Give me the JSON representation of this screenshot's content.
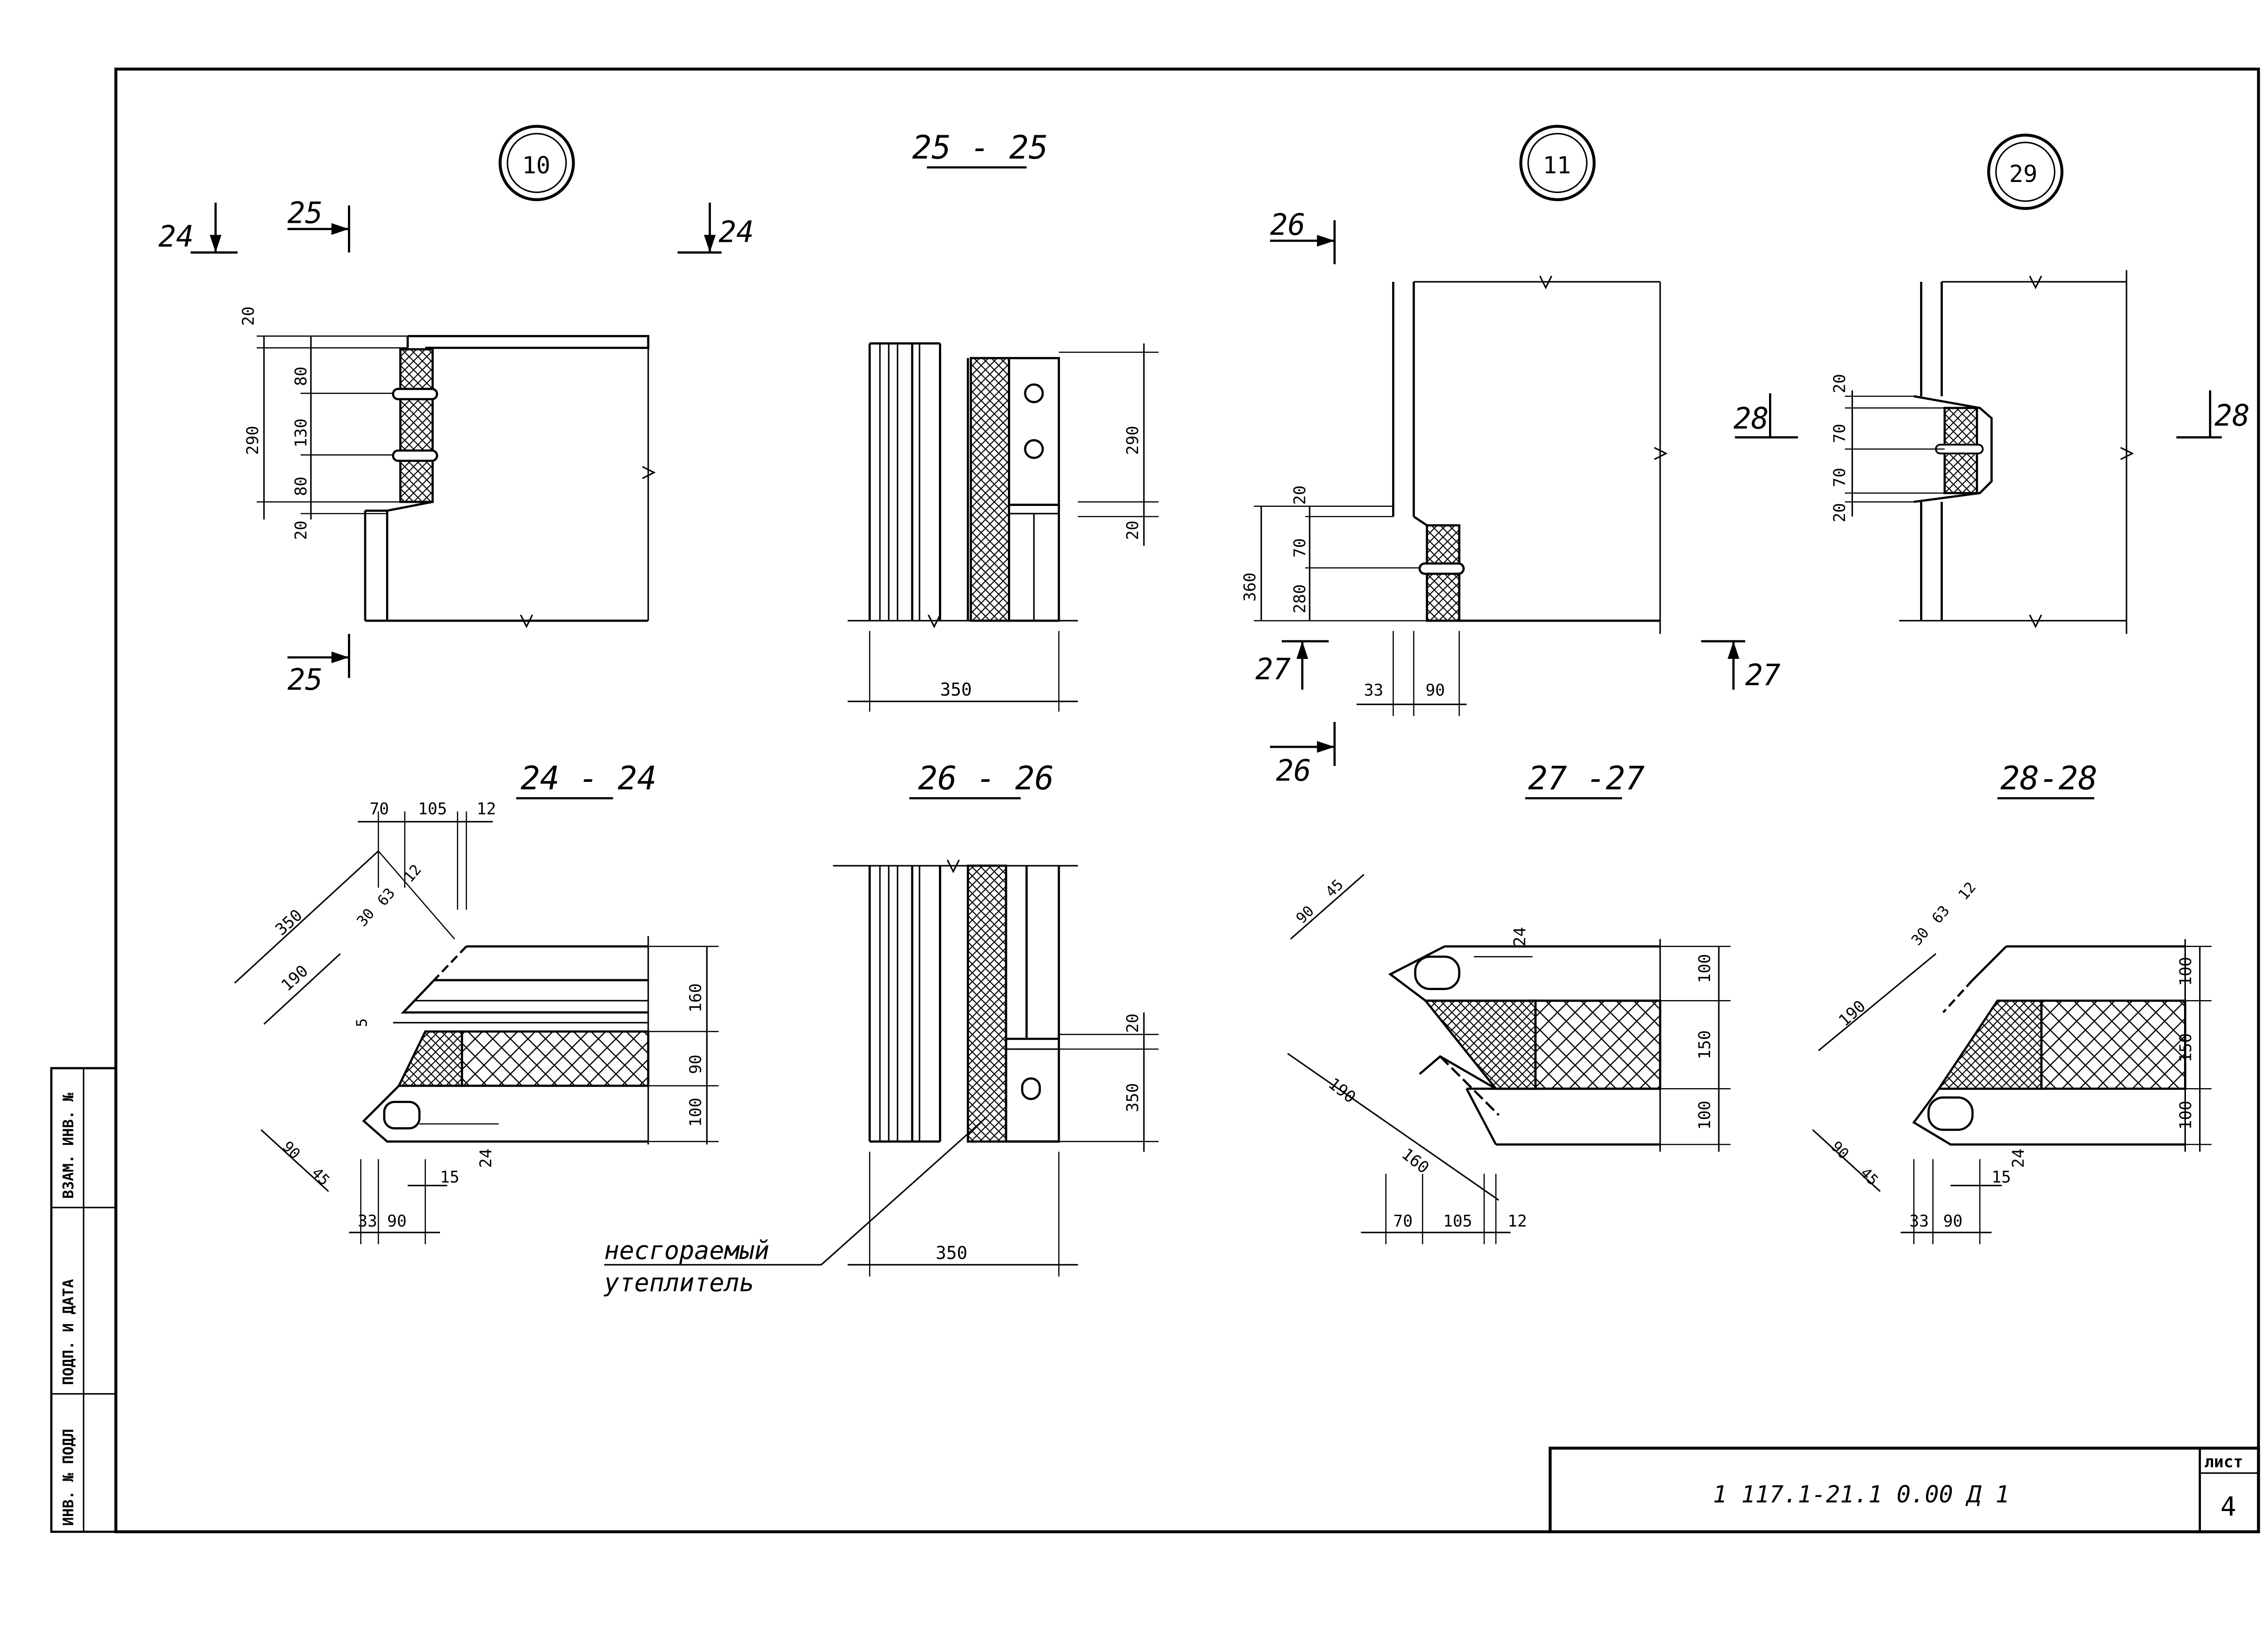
{
  "details": {
    "d10": {
      "marker": "10",
      "cut_a": "24",
      "cut_b": "25",
      "dims": [
        "20",
        "80",
        "130",
        "80",
        "20",
        "290"
      ]
    },
    "d11": {
      "marker": "11",
      "cut_a": "26",
      "cut_b": "27",
      "dims": [
        "20",
        "70",
        "280",
        "360",
        "33",
        "90"
      ]
    },
    "d29": {
      "marker": "29",
      "cut_a": "28",
      "dims": [
        "20",
        "70",
        "70",
        "20"
      ]
    }
  },
  "sections": {
    "s25": {
      "title": "25 - 25",
      "dims": [
        "290",
        "20",
        "350"
      ]
    },
    "s24": {
      "title": "24 - 24",
      "dims": [
        "70",
        "105",
        "12",
        "350",
        "30",
        "63",
        "12",
        "190",
        "5",
        "90",
        "45",
        "160",
        "90",
        "100",
        "33",
        "90",
        "15",
        "24"
      ]
    },
    "s26": {
      "title": "26 - 26",
      "dims": [
        "20",
        "350",
        "350"
      ],
      "leader_line1": "несгораемый",
      "leader_line2": "утеплитель"
    },
    "s27": {
      "title": "27 -27",
      "dims": [
        "90",
        "45",
        "24",
        "100",
        "150",
        "100",
        "190",
        "160",
        "70",
        "105",
        "12"
      ]
    },
    "s28": {
      "title": "28-28",
      "dims": [
        "30",
        "63",
        "12",
        "190",
        "100",
        "150",
        "100",
        "90",
        "45",
        "15",
        "24",
        "33",
        "90"
      ]
    }
  },
  "side_stamp": {
    "col1": "ИНВ. № ПОДЛ",
    "col2": "ПОДП. И ДАТА",
    "col3": "ВЗАМ. ИНВ. №"
  },
  "title_block": {
    "code": "1 117.1-21.1   0.00 Д 1",
    "sheet_label": "лист",
    "sheet_number": "4"
  }
}
